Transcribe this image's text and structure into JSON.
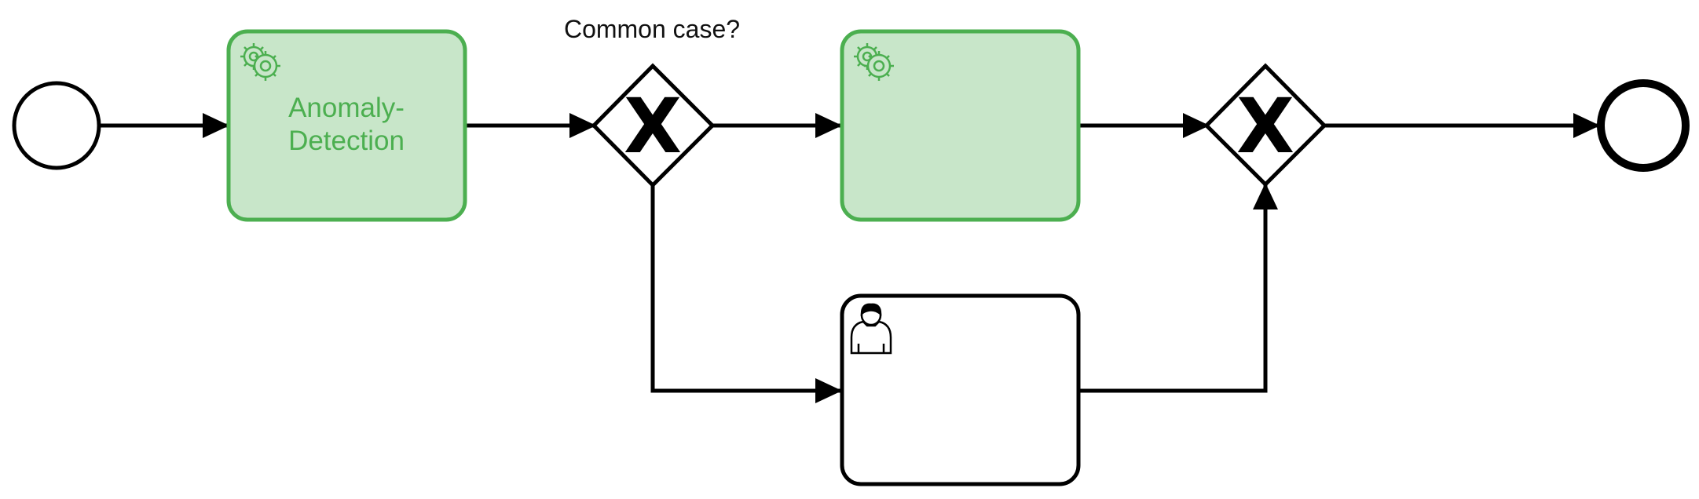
{
  "colors": {
    "stroke": "#000000",
    "task_fill": "#c8e6c9",
    "task_stroke": "#4caf50",
    "task_text": "#4caf50",
    "user_task_fill": "#ffffff",
    "background": "#ffffff"
  },
  "diagram": {
    "nodes": [
      {
        "id": "start",
        "kind": "start-event"
      },
      {
        "id": "anomaly",
        "kind": "service-task",
        "icon": "gears-icon",
        "label_lines": [
          "Anomaly-",
          "Detection"
        ]
      },
      {
        "id": "gw1",
        "kind": "exclusive-gateway",
        "marker": "X",
        "label": "Common case?"
      },
      {
        "id": "service2",
        "kind": "service-task",
        "icon": "gears-icon",
        "label_lines": []
      },
      {
        "id": "user",
        "kind": "user-task",
        "icon": "user-icon",
        "label_lines": []
      },
      {
        "id": "gw2",
        "kind": "exclusive-gateway",
        "marker": "X",
        "label": ""
      },
      {
        "id": "end",
        "kind": "end-event"
      }
    ],
    "flows": [
      {
        "from": "start",
        "to": "anomaly"
      },
      {
        "from": "anomaly",
        "to": "gw1"
      },
      {
        "from": "gw1",
        "to": "service2"
      },
      {
        "from": "gw1",
        "to": "user"
      },
      {
        "from": "service2",
        "to": "gw2"
      },
      {
        "from": "user",
        "to": "gw2"
      },
      {
        "from": "gw2",
        "to": "end"
      }
    ]
  }
}
